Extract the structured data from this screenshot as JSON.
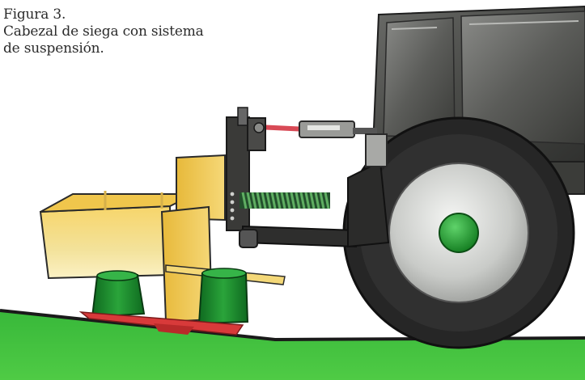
{
  "caption": {
    "figure_label": "Figura 3.",
    "line1": "Cabezal de siega con sistema",
    "line2": "de suspensión."
  },
  "colors": {
    "ground_green": "#3fbf3a",
    "tractor_body": "#4a4a48",
    "tire": "#2a2a2a",
    "rim": "#c9cbc8",
    "hub_green": "#1f9a2a",
    "mower_yellow": "#f2c44a",
    "drum_green": "#1d8a2e",
    "blade_red": "#d83a3a",
    "spring_green": "#2f6a3a",
    "hydraulic_red": "#d84a56"
  },
  "icons": [
    "tractor-illustration",
    "mower-head-illustration",
    "suspension-spring-icon",
    "hydraulic-cylinder-icon"
  ]
}
